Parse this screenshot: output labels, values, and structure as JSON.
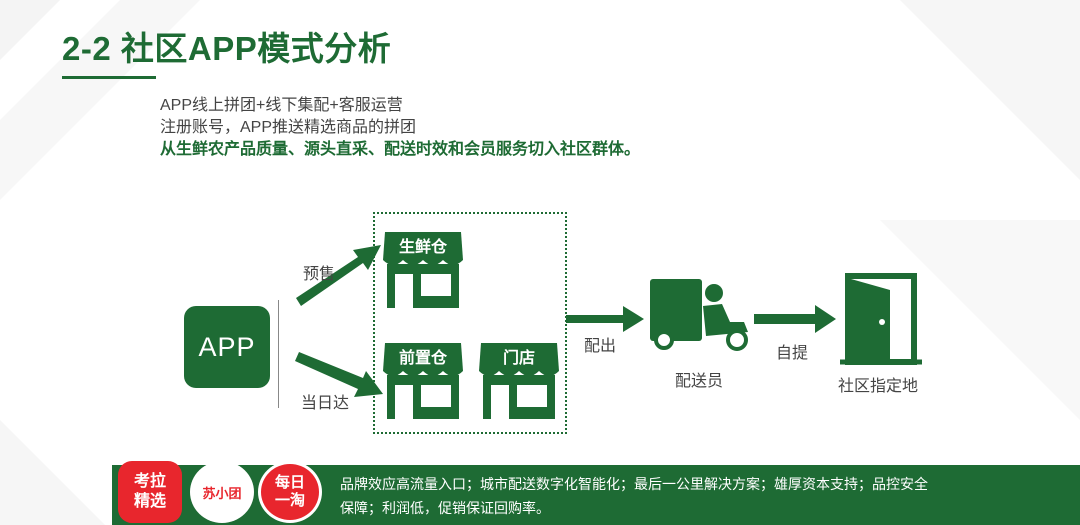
{
  "title": "2-2 社区APP模式分析",
  "description": {
    "line1": "APP线上拼团+线下集配+客服运营",
    "line2": "注册账号，APP推送精选商品的拼团",
    "line3": "从生鲜农产品质量、源头直采、配送时效和会员服务切入社区群体。"
  },
  "diagram": {
    "app_label": "APP",
    "presale_label": "预售",
    "sameday_label": "当日达",
    "stores": {
      "fresh_warehouse": "生鲜仓",
      "front_warehouse": "前置仓",
      "shop": "门店"
    },
    "out_label": "配出",
    "courier_label": "配送员",
    "self_pickup_label": "自提",
    "site_label": "社区指定地"
  },
  "footer": {
    "logos": {
      "kaola": "考拉精选",
      "suxiao": "苏小团",
      "meiri": "每日一淘"
    },
    "text": "品牌效应高流量入口；城市配送数字化智能化；最后一公里解决方案；雄厚资本支持；品控安全保障；利润低，促销保证回购率。"
  },
  "colors": {
    "primary_green": "#1e6b34",
    "logo_red": "#e8262d"
  }
}
